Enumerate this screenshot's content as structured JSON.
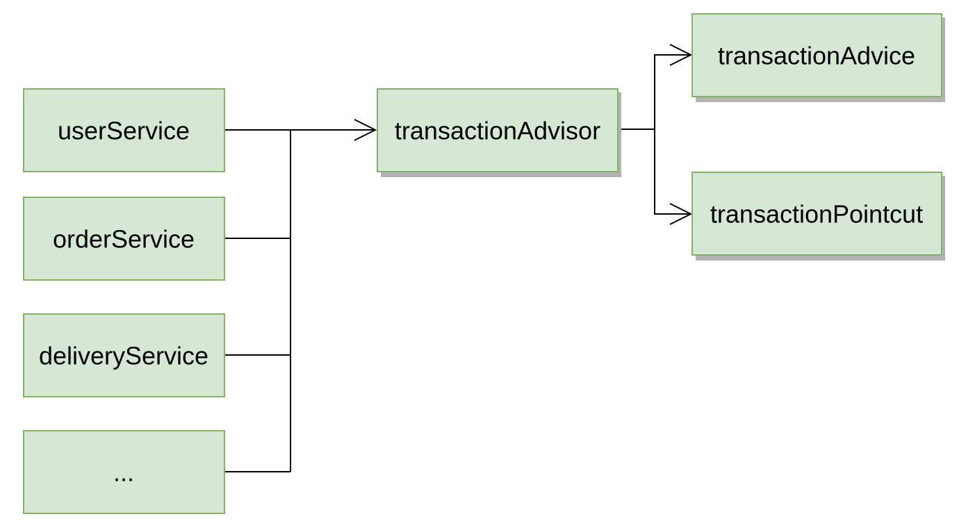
{
  "diagram": {
    "nodes": {
      "user_service": "userService",
      "order_service": "orderService",
      "delivery_service": "deliveryService",
      "more_services": "...",
      "transaction_advisor": "transactionAdvisor",
      "transaction_advice": "transactionAdvice",
      "transaction_pointcut": "transactionPointcut"
    },
    "edges": [
      {
        "from": "user_service",
        "to": "transaction_advisor"
      },
      {
        "from": "order_service",
        "to": "transaction_advisor"
      },
      {
        "from": "delivery_service",
        "to": "transaction_advisor"
      },
      {
        "from": "more_services",
        "to": "transaction_advisor"
      },
      {
        "from": "transaction_advisor",
        "to": "transaction_advice"
      },
      {
        "from": "transaction_advisor",
        "to": "transaction_pointcut"
      }
    ],
    "colors": {
      "node_fill": "#d5e8d4",
      "node_stroke": "#82b366",
      "shadow": "#b3b3b3",
      "edge": "#000000"
    }
  }
}
